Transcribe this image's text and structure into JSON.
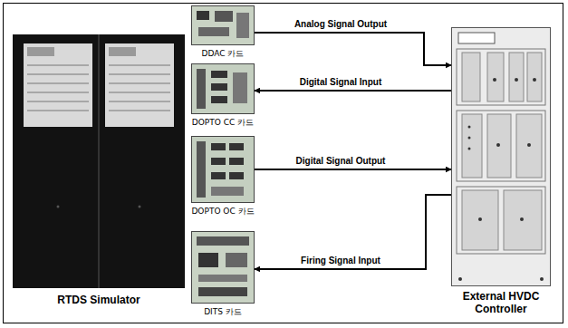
{
  "diagram": {
    "nodes": [
      {
        "text": [
          "RTDS Simulator"
        ]
      },
      {
        "text": [
          "DDAC 카드"
        ]
      },
      {
        "text": [
          "DOPTO CC 카드"
        ]
      },
      {
        "text": [
          "DOPTO OC 카드"
        ]
      },
      {
        "text": [
          "DITS 카드"
        ]
      },
      {
        "text": [
          "External HVDC Controller"
        ]
      }
    ],
    "edges": [
      {
        "from": 1,
        "to": 5,
        "arrow": "to",
        "label": "Analog Signal Output"
      },
      {
        "from": 5,
        "to": 2,
        "arrow": "to",
        "label": "Digital Signal Input"
      },
      {
        "from": 3,
        "to": 5,
        "arrow": "to",
        "label": "Digital Signal Output"
      },
      {
        "from": 5,
        "to": 4,
        "arrow": "to",
        "label": "Firing Signal Input"
      }
    ]
  }
}
